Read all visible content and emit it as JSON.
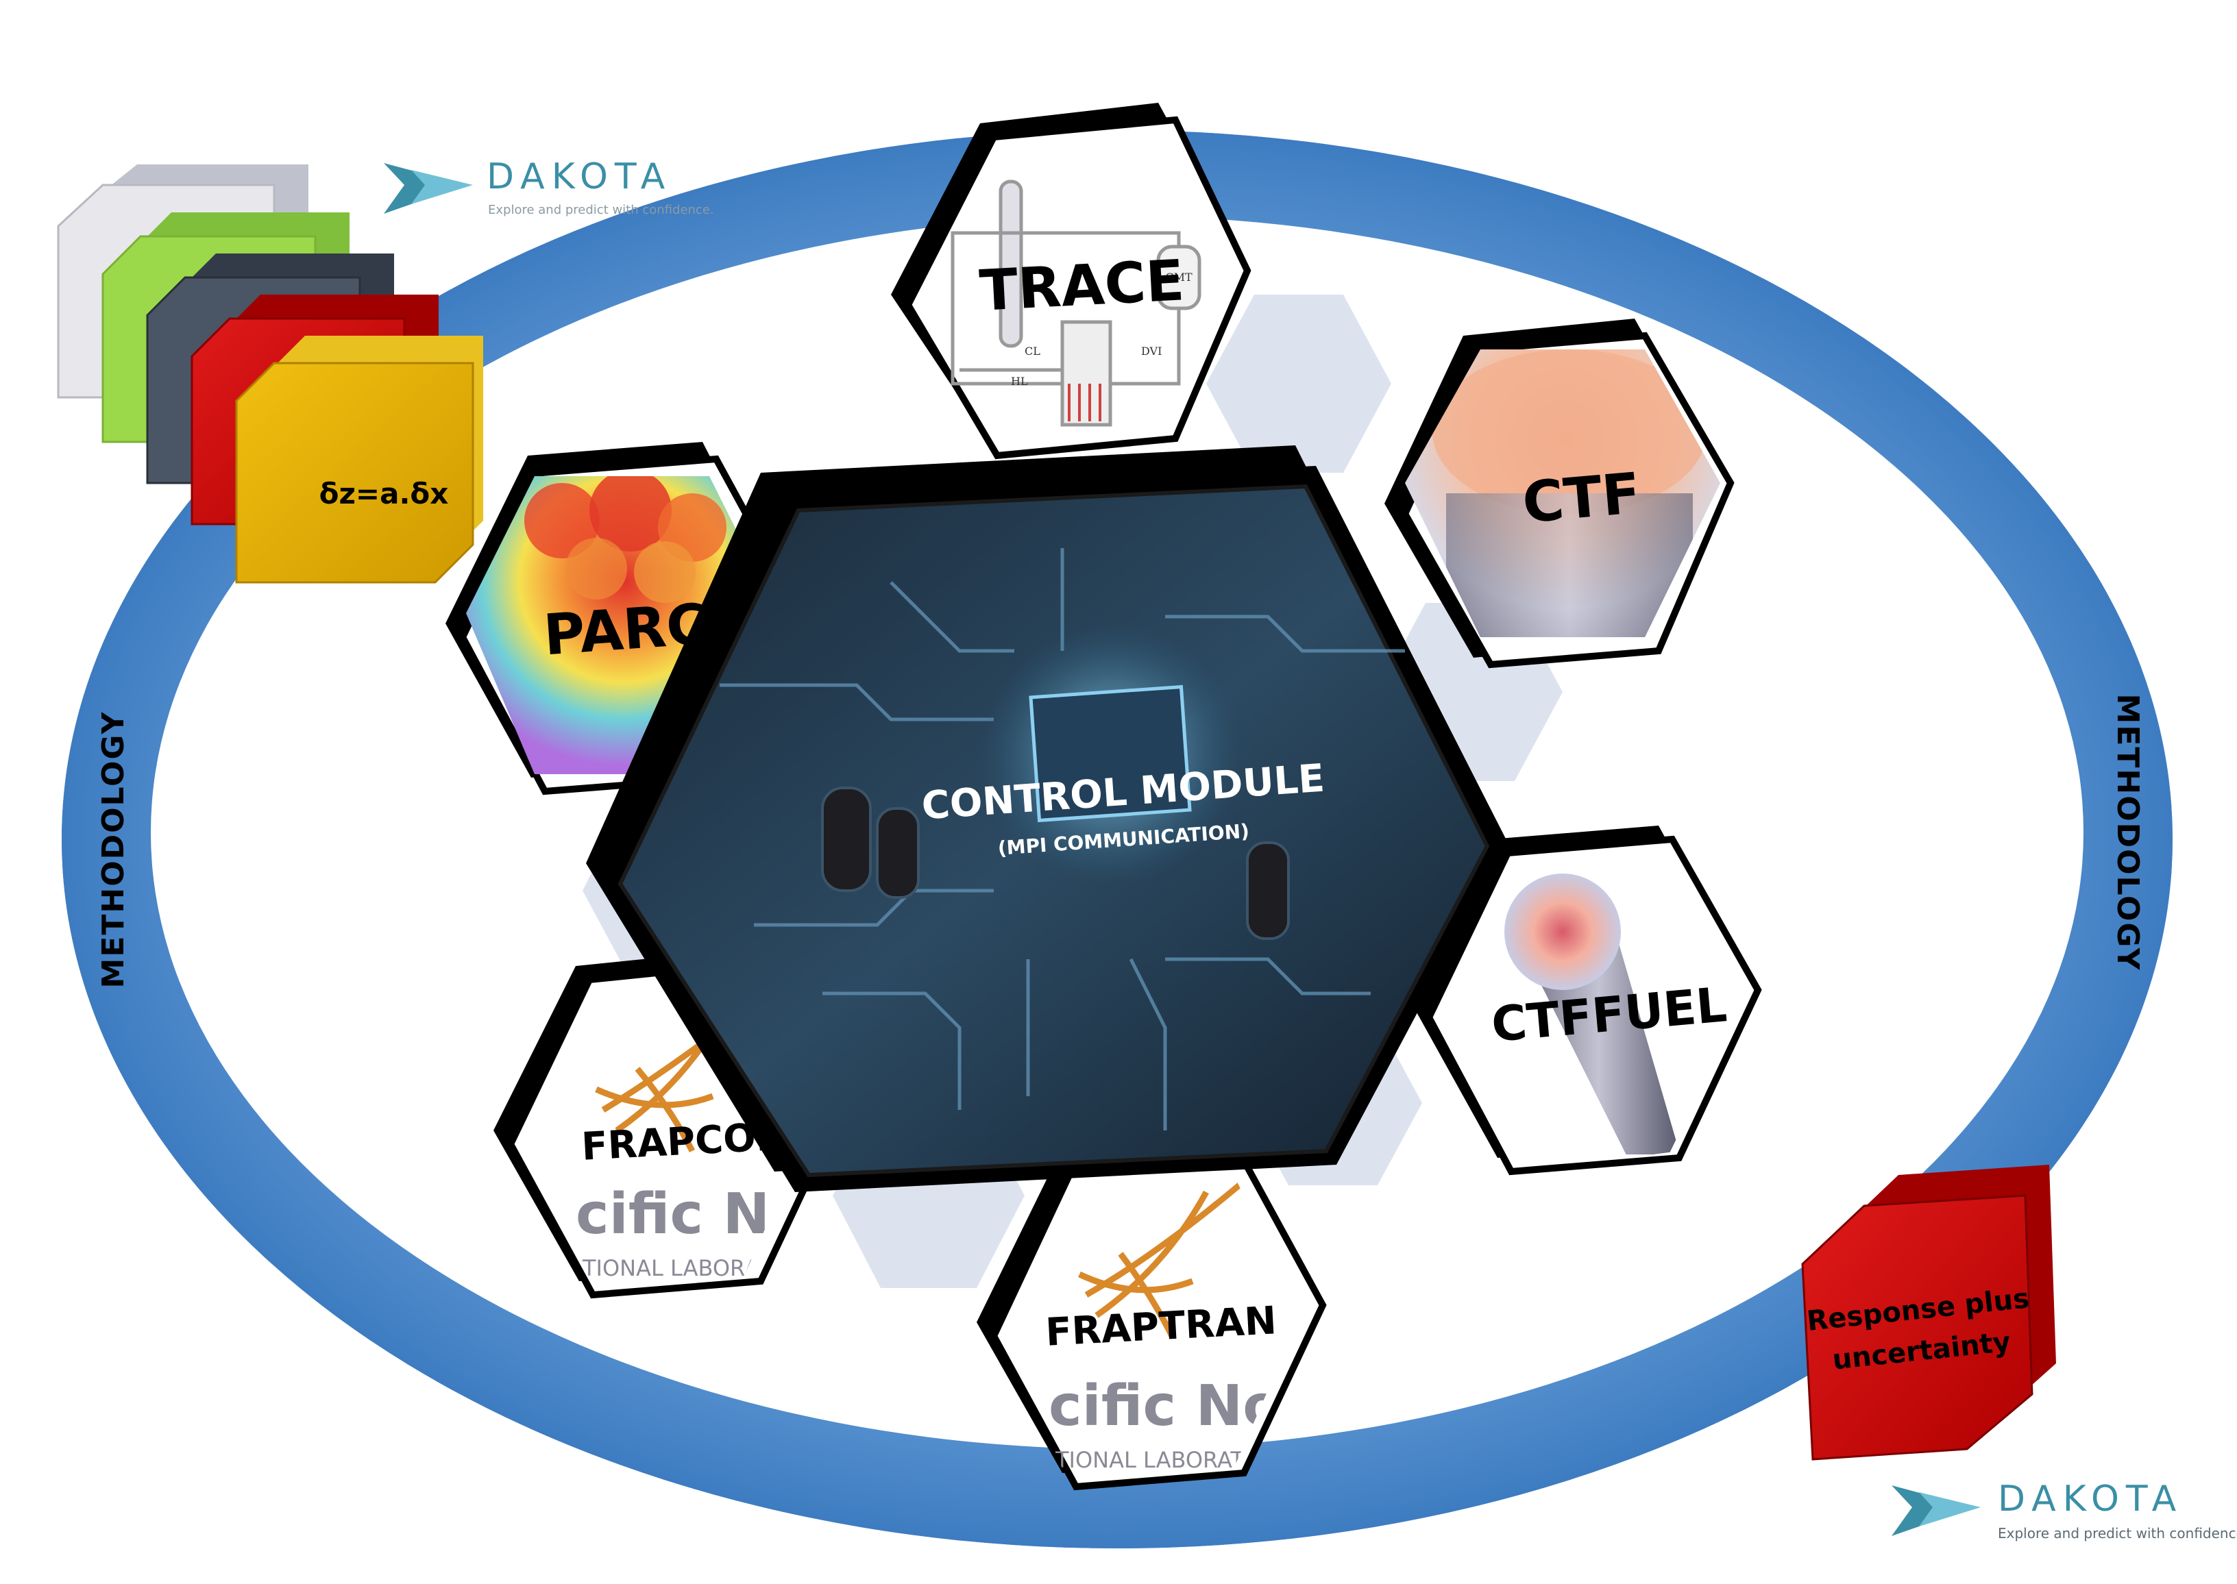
{
  "methodology_labels": {
    "left": "METHODOLOGY",
    "right": "METHODOLOGY"
  },
  "dakota": {
    "name": "DAKOTA",
    "tagline_top": "Explore and predict with confidence.",
    "tagline_bottom": "Explore and predict with confidence."
  },
  "modules": {
    "center_title": "CONTROL MODULE",
    "center_subtitle": "(MPI COMMUNICATION)",
    "trace": "TRACE",
    "ctf": "CTF",
    "parcs": "PARCS",
    "ctffuel": "CTFFUEL",
    "frapcon": "FRAPCON",
    "fraptran": "FRAPTRAN"
  },
  "trace_labels": {
    "cmt": "CMT",
    "cl": "CL",
    "hl": "HL",
    "dvi": "DVI"
  },
  "pnnl_text": {
    "line1": "cific Northwe",
    "line2": "TIONAL LABORATORY"
  },
  "input_block": {
    "formula": "δz=a.δx"
  },
  "output_block": {
    "line1": "Response plus",
    "line2": "uncertainty"
  },
  "colors": {
    "ring": "#4a86c8",
    "block_yellow": "#e3b000",
    "block_red": "#d81010",
    "block_slate": "#4a5566",
    "block_green": "#9bd94a",
    "block_white": "#e8e8ec",
    "dakota_teal": "#3a8fa6"
  }
}
